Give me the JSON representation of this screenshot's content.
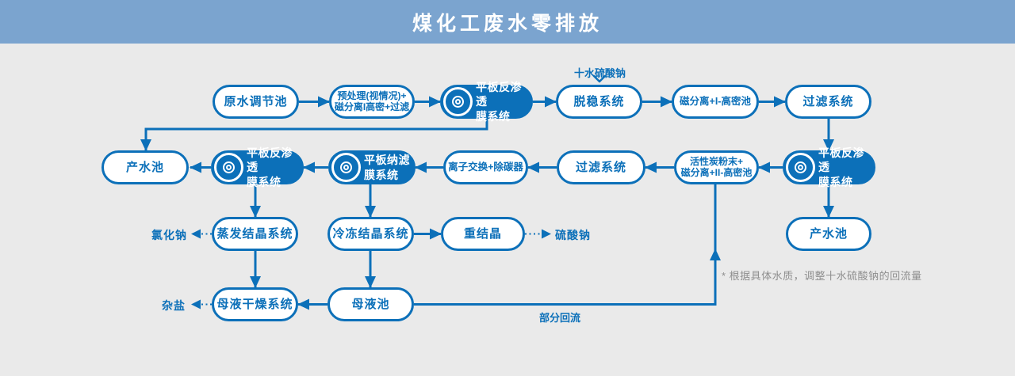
{
  "header": {
    "title": "煤化工废水零排放"
  },
  "colors": {
    "accent_blue": "#0c70b9",
    "header_bg": "#7ba4cf",
    "background": "#eaeaea",
    "node_fill_white": "#ffffff",
    "annotation_gray": "#8e8e8e"
  },
  "nodes": {
    "raw_water_tank": "原水调节池",
    "pretreatment": "预处理(视情况)+\n磁分离I高密+过滤",
    "ro_1": "平板反渗透\n膜系统",
    "destabilization": "脱稳系统",
    "magnetic_separation_1": "磁分离+I-高密池",
    "filtration_1": "过滤系统",
    "product_water_tank_1": "产水池",
    "ro_2": "平板反渗透\n膜系统",
    "nanofiltration": "平板纳滤\n膜系统",
    "ion_exchange": "离子交换+除碳器",
    "filtration_2": "过滤系统",
    "activated_carbon": "活性炭粉末+\n磁分离+II-高密池",
    "ro_3": "平板反渗透\n膜系统",
    "evaporation_crystallization": "蒸发结晶系统",
    "freezing_crystallization": "冷冻结晶系统",
    "recrystallization": "重结晶",
    "product_water_tank_2": "产水池",
    "mother_liquor_drying": "母液干燥系统",
    "mother_liquor_tank": "母液池"
  },
  "labels": {
    "sodium_sulfate_decahydrate": "十水硫酸钠",
    "sodium_chloride": "氯化钠",
    "sodium_sulfate": "硫酸钠",
    "mixed_salt": "杂盐",
    "partial_reflux": "部分回流",
    "annotation": "* 根据具体水质，调整十水硫酸钠的回流量"
  }
}
